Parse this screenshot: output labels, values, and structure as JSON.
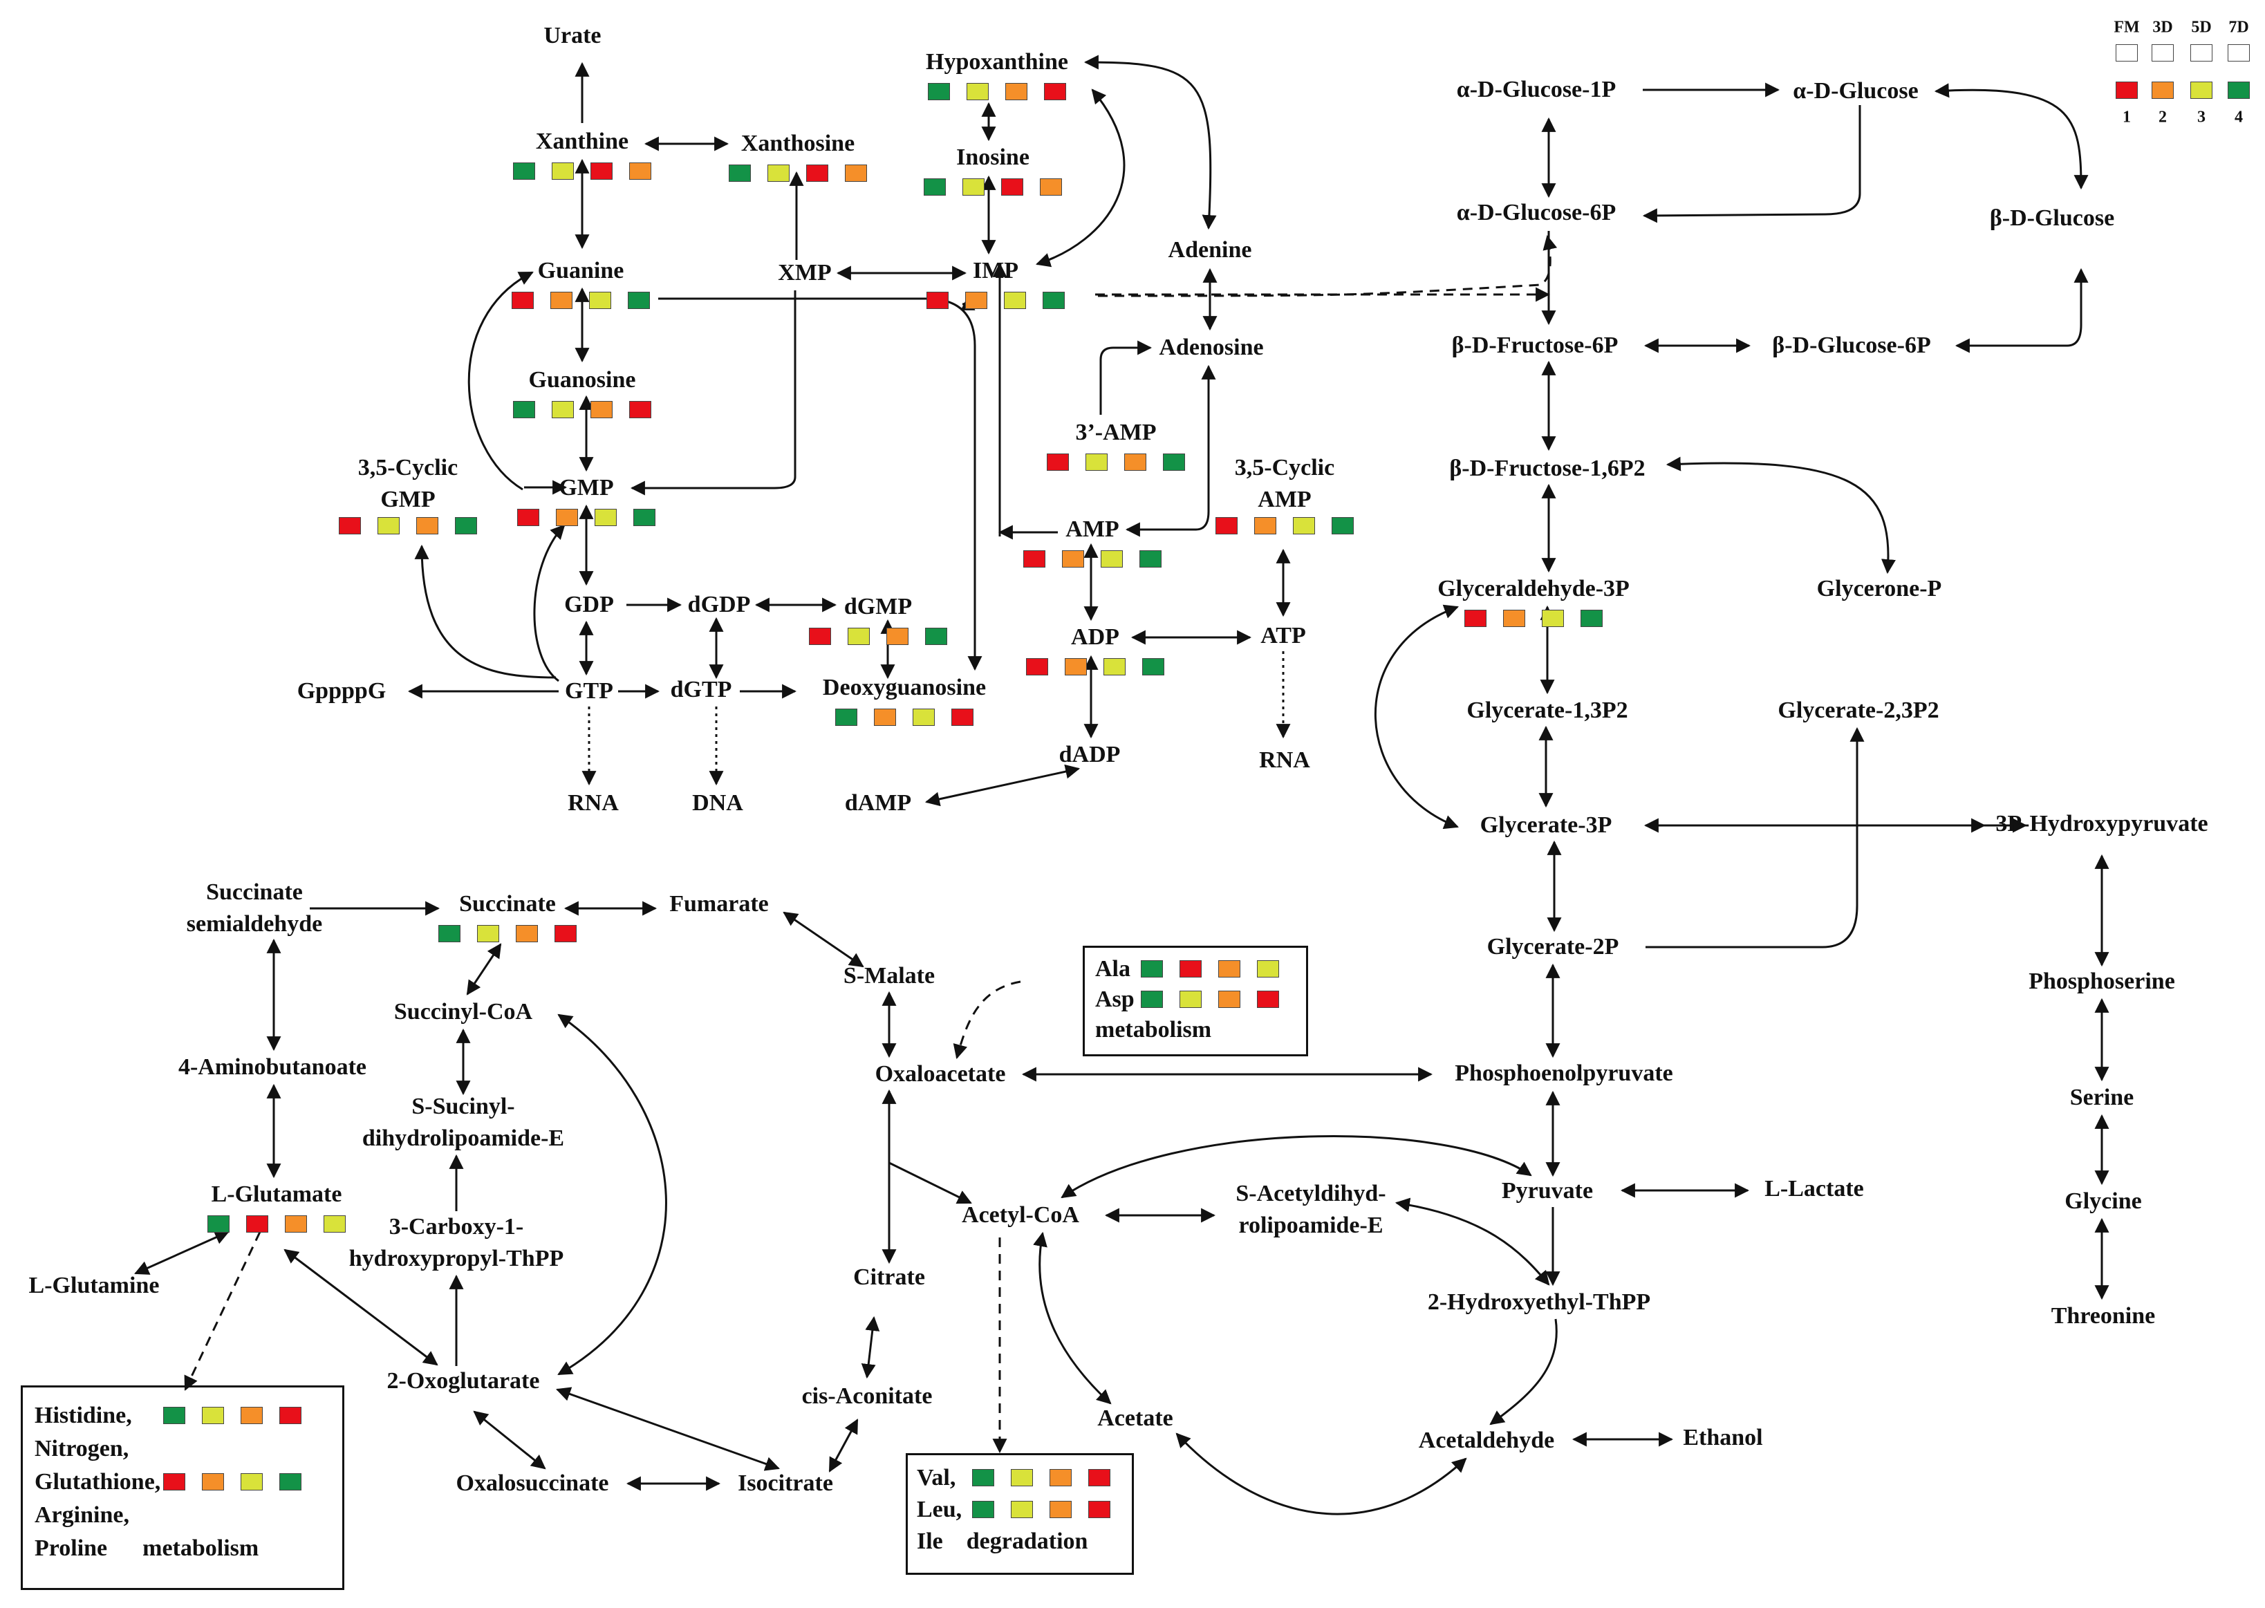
{
  "palette": {
    "1": "#e8101a",
    "2": "#f58f29",
    "3": "#d9e23a",
    "4": "#139247"
  },
  "legend": {
    "headers": [
      "FM",
      "3D",
      "5D",
      "7D"
    ],
    "numbers": [
      "1",
      "2",
      "3",
      "4"
    ]
  },
  "nodes": [
    {
      "id": "urate",
      "text": "Urate"
    },
    {
      "id": "xanthine",
      "text": "Xanthine",
      "boxes": [
        4,
        3,
        1,
        2
      ]
    },
    {
      "id": "xanthosine",
      "text": "Xanthosine",
      "boxes": [
        4,
        3,
        1,
        2
      ]
    },
    {
      "id": "hypoxanthine",
      "text": "Hypoxanthine",
      "boxes": [
        4,
        3,
        2,
        1
      ]
    },
    {
      "id": "inosine",
      "text": "Inosine",
      "boxes": [
        4,
        3,
        1,
        2
      ]
    },
    {
      "id": "guanine",
      "text": "Guanine",
      "boxes": [
        1,
        2,
        3,
        4
      ]
    },
    {
      "id": "xmp",
      "text": "XMP"
    },
    {
      "id": "imp",
      "text": "IMP",
      "boxes": [
        1,
        2,
        3,
        4
      ]
    },
    {
      "id": "adenine",
      "text": "Adenine"
    },
    {
      "id": "guanosine",
      "text": "Guanosine",
      "boxes": [
        4,
        3,
        2,
        1
      ]
    },
    {
      "id": "adenosine",
      "text": "Adenosine"
    },
    {
      "id": "amp3",
      "text": "3’-AMP",
      "boxes": [
        1,
        3,
        2,
        4
      ]
    },
    {
      "id": "cgmp",
      "text": "3,5-Cyclic\nGMP",
      "boxes": [
        1,
        3,
        2,
        4
      ]
    },
    {
      "id": "gmp",
      "text": "GMP",
      "boxes": [
        1,
        2,
        3,
        4
      ]
    },
    {
      "id": "camp",
      "text": "3,5-Cyclic\nAMP",
      "boxes": [
        1,
        2,
        3,
        4
      ]
    },
    {
      "id": "amp",
      "text": "AMP",
      "boxes": [
        1,
        2,
        3,
        4
      ]
    },
    {
      "id": "gdp",
      "text": "GDP"
    },
    {
      "id": "dgdp",
      "text": "dGDP"
    },
    {
      "id": "dgmp",
      "text": "dGMP",
      "boxes": [
        1,
        3,
        2,
        4
      ]
    },
    {
      "id": "adp",
      "text": "ADP",
      "boxes": [
        1,
        2,
        3,
        4
      ]
    },
    {
      "id": "atp",
      "text": "ATP"
    },
    {
      "id": "gppppg",
      "text": "GppppG"
    },
    {
      "id": "gtp",
      "text": "GTP"
    },
    {
      "id": "dgtp",
      "text": "dGTP"
    },
    {
      "id": "deoxyguanosine",
      "text": "Deoxyguanosine",
      "boxes": [
        4,
        2,
        3,
        1
      ]
    },
    {
      "id": "dadp",
      "text": "dADP"
    },
    {
      "id": "rna1",
      "text": "RNA"
    },
    {
      "id": "dna",
      "text": "DNA"
    },
    {
      "id": "damp",
      "text": "dAMP"
    },
    {
      "id": "rna2",
      "text": "RNA"
    },
    {
      "id": "g1p",
      "text": "α-D-Glucose-1P"
    },
    {
      "id": "aglc",
      "text": "α-D-Glucose"
    },
    {
      "id": "g6p",
      "text": "α-D-Glucose-6P"
    },
    {
      "id": "bglc",
      "text": "β-D-Glucose"
    },
    {
      "id": "f6p",
      "text": "β-D-Fructose-6P"
    },
    {
      "id": "bg6p",
      "text": "β-D-Glucose-6P"
    },
    {
      "id": "f16p",
      "text": "β-D-Fructose-1,6P2"
    },
    {
      "id": "gap",
      "text": "Glyceraldehyde-3P",
      "boxes": [
        1,
        2,
        3,
        4
      ]
    },
    {
      "id": "dhap",
      "text": "Glycerone-P"
    },
    {
      "id": "bpg13",
      "text": "Glycerate-1,3P2"
    },
    {
      "id": "bpg23",
      "text": "Glycerate-2,3P2"
    },
    {
      "id": "pg3",
      "text": "Glycerate-3P"
    },
    {
      "id": "hpyr",
      "text": "3P-Hydroxypyruvate"
    },
    {
      "id": "pg2",
      "text": "Glycerate-2P"
    },
    {
      "id": "pser",
      "text": "Phosphoserine"
    },
    {
      "id": "pep",
      "text": "Phosphoenolpyruvate"
    },
    {
      "id": "ser",
      "text": "Serine"
    },
    {
      "id": "pyr",
      "text": "Pyruvate"
    },
    {
      "id": "lac",
      "text": "L-Lactate"
    },
    {
      "id": "gly",
      "text": "Glycine"
    },
    {
      "id": "sad",
      "text": "S-Acetyldihyd-\nrolipoamide-E"
    },
    {
      "id": "accoa",
      "text": "Acetyl-CoA"
    },
    {
      "id": "hetpp",
      "text": "2-Hydroxyethyl-ThPP"
    },
    {
      "id": "thr",
      "text": "Threonine"
    },
    {
      "id": "acetate",
      "text": "Acetate"
    },
    {
      "id": "acald",
      "text": "Acetaldehyde"
    },
    {
      "id": "etoh",
      "text": "Ethanol"
    },
    {
      "id": "ssa",
      "text": "Succinate\nsemialdehyde"
    },
    {
      "id": "succ",
      "text": "Succinate",
      "boxes": [
        4,
        3,
        2,
        1
      ]
    },
    {
      "id": "fum",
      "text": "Fumarate"
    },
    {
      "id": "mal",
      "text": "S-Malate"
    },
    {
      "id": "succoa",
      "text": "Succinyl-CoA"
    },
    {
      "id": "gaba",
      "text": "4-Aminobutanoate"
    },
    {
      "id": "oaa",
      "text": "Oxaloacetate"
    },
    {
      "id": "ssdl",
      "text": "S-Sucinyl-\ndihydrolipoamide-E"
    },
    {
      "id": "glu",
      "text": "L-Glutamate",
      "boxes": [
        4,
        1,
        2,
        3
      ]
    },
    {
      "id": "cht",
      "text": "3-Carboxy-1-\nhydroxypropyl-ThPP"
    },
    {
      "id": "gln",
      "text": "L-Glutamine"
    },
    {
      "id": "cit",
      "text": "Citrate"
    },
    {
      "id": "akg",
      "text": "2-Oxoglutarate"
    },
    {
      "id": "cisaco",
      "text": "cis-Aconitate"
    },
    {
      "id": "oxs",
      "text": "Oxalosuccinate"
    },
    {
      "id": "icit",
      "text": "Isocitrate"
    }
  ],
  "boxes": [
    {
      "id": "ala_asp",
      "lines": [
        {
          "text": "Ala",
          "boxes": [
            4,
            1,
            2,
            3
          ]
        },
        {
          "text": "Asp",
          "boxes": [
            4,
            3,
            2,
            1
          ]
        },
        {
          "text": "metabolism"
        }
      ]
    },
    {
      "id": "hist",
      "lines": [
        {
          "text": "Histidine,",
          "boxes": [
            4,
            3,
            2,
            1
          ]
        },
        {
          "text": "Nitrogen,"
        },
        {
          "text": "Glutathione,",
          "boxes": [
            1,
            2,
            3,
            4
          ]
        },
        {
          "text": "Arginine,"
        },
        {
          "text": "Proline      metabolism"
        }
      ]
    },
    {
      "id": "vli",
      "lines": [
        {
          "text": "Val,",
          "boxes": [
            4,
            3,
            2,
            1
          ]
        },
        {
          "text": "Leu,",
          "boxes": [
            4,
            3,
            2,
            1
          ]
        },
        {
          "text": "Ile    degradation"
        }
      ]
    }
  ]
}
